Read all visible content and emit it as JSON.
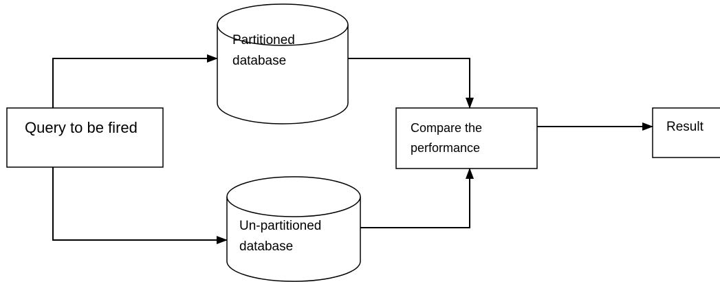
{
  "diagram": {
    "nodes": {
      "query": {
        "line1": "Query to be fired"
      },
      "partitioned_db": {
        "line1": "Partitioned",
        "line2": "database"
      },
      "unpartitioned_db": {
        "line1": "Un-partitioned",
        "line2": "database"
      },
      "compare": {
        "line1": "Compare the",
        "line2": "performance"
      },
      "result": {
        "line1": "Result"
      }
    },
    "colors": {
      "stroke": "#000000",
      "fill": "#ffffff",
      "text": "#000000"
    }
  }
}
